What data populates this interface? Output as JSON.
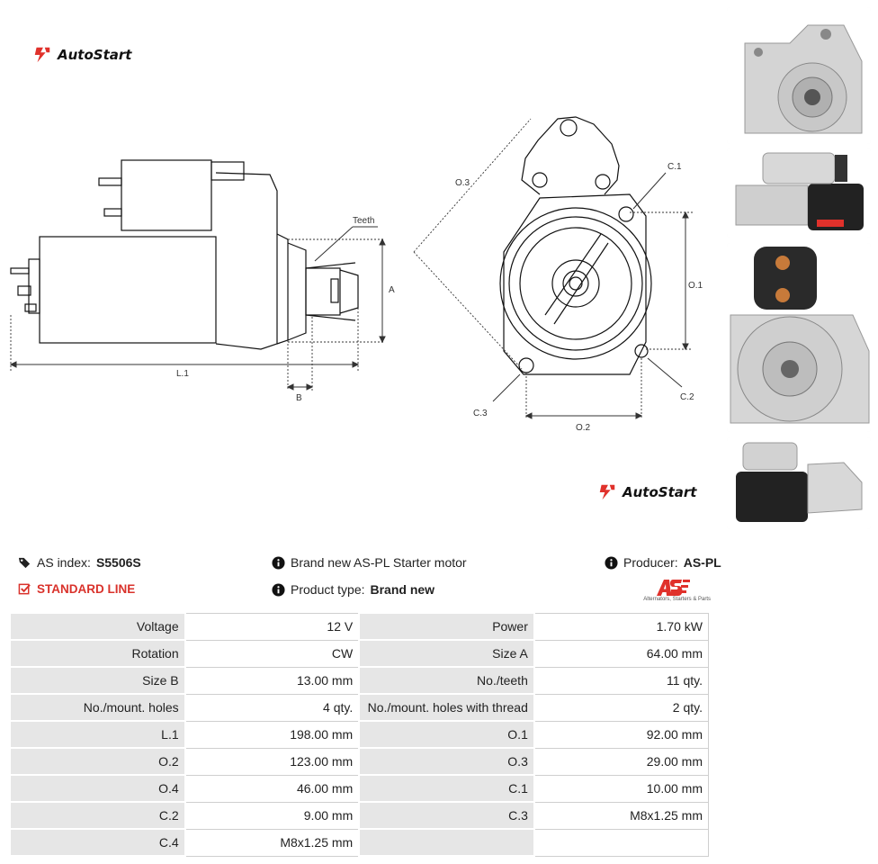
{
  "brand": {
    "name": "AutoStart",
    "accent": "#e0312b"
  },
  "drawing_labels": {
    "teeth": "Teeth",
    "a": "A",
    "b": "B",
    "l1": "L.1",
    "o1": "O.1",
    "o2": "O.2",
    "o3": "O.3",
    "c1": "C.1",
    "c2": "C.2",
    "c3": "C.3"
  },
  "info": {
    "as_index_label": "AS index:",
    "as_index_value": "S5506S",
    "line": "STANDARD LINE",
    "description": "Brand new AS-PL Starter motor",
    "product_type_label": "Product type:",
    "product_type_value": "Brand new",
    "producer_label": "Producer:",
    "producer_value": "AS-PL",
    "producer_tagline": "Alternators, Starters & Parts"
  },
  "specs": [
    [
      {
        "k": "Voltage",
        "v": "12 V"
      },
      {
        "k": "Power",
        "v": "1.70 kW"
      }
    ],
    [
      {
        "k": "Rotation",
        "v": "CW"
      },
      {
        "k": "Size A",
        "v": "64.00 mm"
      }
    ],
    [
      {
        "k": "Size B",
        "v": "13.00 mm"
      },
      {
        "k": "No./teeth",
        "v": "11 qty."
      }
    ],
    [
      {
        "k": "No./mount. holes",
        "v": "4 qty."
      },
      {
        "k": "No./mount. holes with thread",
        "v": "2 qty."
      }
    ],
    [
      {
        "k": "L.1",
        "v": "198.00 mm"
      },
      {
        "k": "O.1",
        "v": "92.00 mm"
      }
    ],
    [
      {
        "k": "O.2",
        "v": "123.00 mm"
      },
      {
        "k": "O.3",
        "v": "29.00 mm"
      }
    ],
    [
      {
        "k": "O.4",
        "v": "46.00 mm"
      },
      {
        "k": "C.1",
        "v": "10.00 mm"
      }
    ],
    [
      {
        "k": "C.2",
        "v": "9.00 mm"
      },
      {
        "k": "C.3",
        "v": "M8x1.25 mm"
      }
    ],
    [
      {
        "k": "C.4",
        "v": "M8x1.25 mm"
      },
      {
        "k": "",
        "v": ""
      }
    ]
  ]
}
